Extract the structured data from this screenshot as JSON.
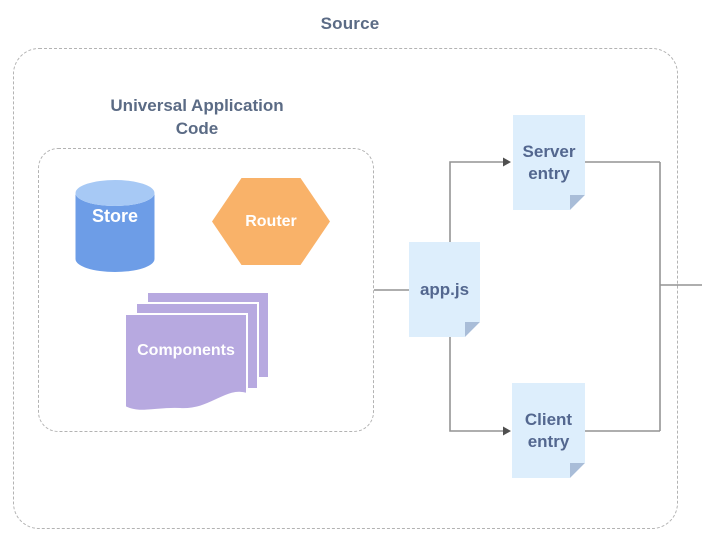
{
  "diagram": {
    "title": "Source",
    "group": {
      "label": "Universal Application Code"
    },
    "nodes": {
      "store": {
        "label": "Store",
        "shape": "cylinder"
      },
      "router": {
        "label": "Router",
        "shape": "hexagon"
      },
      "components": {
        "label": "Components",
        "shape": "stacked-sheets"
      },
      "app_js": {
        "label": "app.js",
        "shape": "file"
      },
      "server_entry": {
        "label": "Server entry",
        "shape": "file"
      },
      "client_entry": {
        "label": "Client entry",
        "shape": "file"
      }
    },
    "edges": [
      {
        "from": "universal-application-code",
        "to": "app.js",
        "arrow": false
      },
      {
        "from": "app.js",
        "to": "server-entry",
        "arrow": true
      },
      {
        "from": "app.js",
        "to": "client-entry",
        "arrow": true
      },
      {
        "from": "server-entry",
        "to": "right-edge-exit",
        "arrow": false
      },
      {
        "from": "client-entry",
        "to": "right-edge-exit",
        "arrow": false
      }
    ]
  },
  "colors": {
    "store-body": "#6d9de7",
    "store-top": "#a7c9f5",
    "router": "#f9b269",
    "components": "#b7a9e0",
    "file-bg": "#ddeefc",
    "file-fold": "#a9bdd8",
    "label-text": "#5b6b85",
    "file-text": "#53678f",
    "shape-text": "#ffffff",
    "line": "#949494",
    "arrow": "#4f4f4f",
    "dashed-border": "#b3b3b3"
  }
}
